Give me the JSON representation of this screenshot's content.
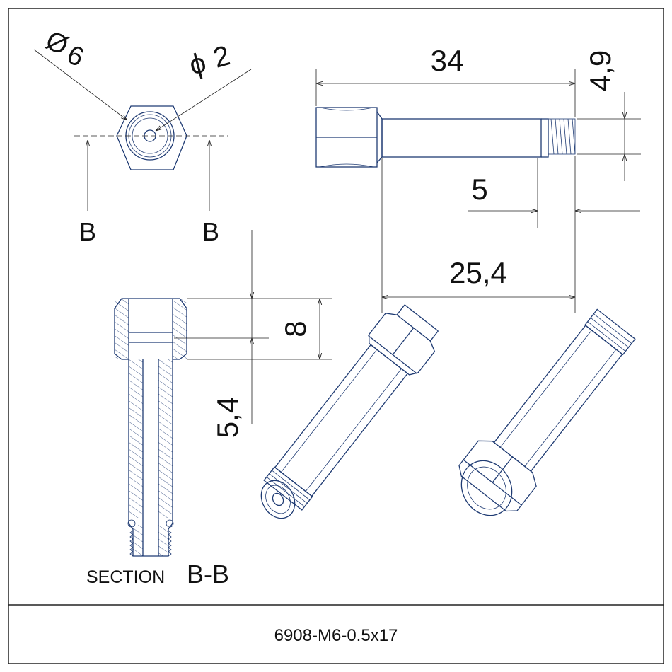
{
  "title_block": {
    "part_number": "6908-M6-0.5x17"
  },
  "section_label": {
    "prefix": "SECTION",
    "name": "B-B"
  },
  "cut_marks": {
    "left": "B",
    "right": "B"
  },
  "dimensions": {
    "outer_diameter": "6",
    "bore_diameter": "2",
    "overall_length": "34",
    "thread_diameter": "4,9",
    "thread_length": "5",
    "shank_length": "25,4",
    "hex_height": "8",
    "counterbore_depth": "5,4"
  },
  "colors": {
    "part_line": "#1f3b73",
    "dimension_line": "#222222",
    "text": "#111111"
  }
}
